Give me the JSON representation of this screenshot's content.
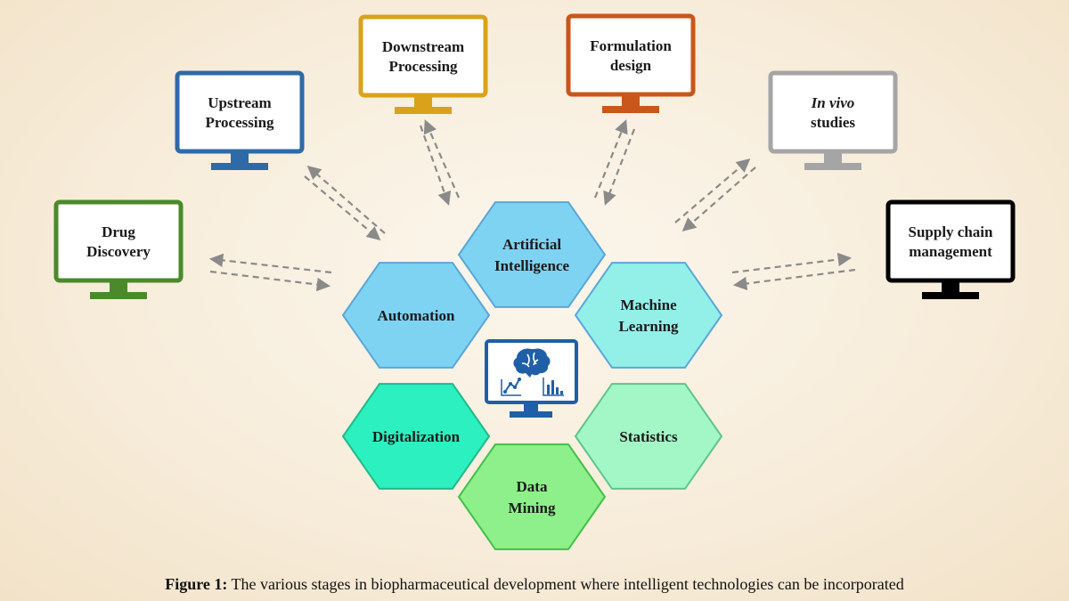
{
  "monitors": [
    {
      "id": "drug-discovery",
      "lines": [
        "Drug",
        "Discovery"
      ],
      "color": "#4a8a2a",
      "italic_first": false
    },
    {
      "id": "upstream-processing",
      "lines": [
        "Upstream",
        "Processing"
      ],
      "color": "#2e6aa8",
      "italic_first": false
    },
    {
      "id": "downstream-processing",
      "lines": [
        "Downstream",
        "Processing"
      ],
      "color": "#d9a21a",
      "italic_first": false
    },
    {
      "id": "formulation-design",
      "lines": [
        "Formulation",
        "design"
      ],
      "color": "#c9561a",
      "italic_first": false
    },
    {
      "id": "in-vivo-studies",
      "lines": [
        "In vivo",
        "studies"
      ],
      "color": "#a5a5a5",
      "italic_first": true
    },
    {
      "id": "supply-chain-management",
      "lines": [
        "Supply chain",
        "management"
      ],
      "color": "#000000",
      "italic_first": false
    }
  ],
  "hexagons": [
    {
      "id": "artificial-intelligence",
      "lines": [
        "Artificial",
        "Intelligence"
      ],
      "fill": "#7fd3f2",
      "stroke": "#5aa6d8"
    },
    {
      "id": "automation",
      "lines": [
        "Automation"
      ],
      "fill": "#7fd3f2",
      "stroke": "#5aa6d8"
    },
    {
      "id": "machine-learning",
      "lines": [
        "Machine",
        "Learning"
      ],
      "fill": "#93f0e9",
      "stroke": "#5aa6d8"
    },
    {
      "id": "digitalization",
      "lines": [
        "Digitalization"
      ],
      "fill": "#2cf0c0",
      "stroke": "#1fb98a"
    },
    {
      "id": "statistics",
      "lines": [
        "Statistics"
      ],
      "fill": "#a3f7c6",
      "stroke": "#5ec48e"
    },
    {
      "id": "data-mining",
      "lines": [
        "Data",
        "Mining"
      ],
      "fill": "#8ef08a",
      "stroke": "#3fc04a"
    }
  ],
  "center_icon": {
    "name": "brain-analytics-monitor-icon",
    "color": "#1f5fa8"
  },
  "arrow_color": "#8a8a8a",
  "caption": {
    "bold": "Figure 1:",
    "text": " The various stages in biopharmaceutical development where intelligent technologies can be incorporated"
  }
}
